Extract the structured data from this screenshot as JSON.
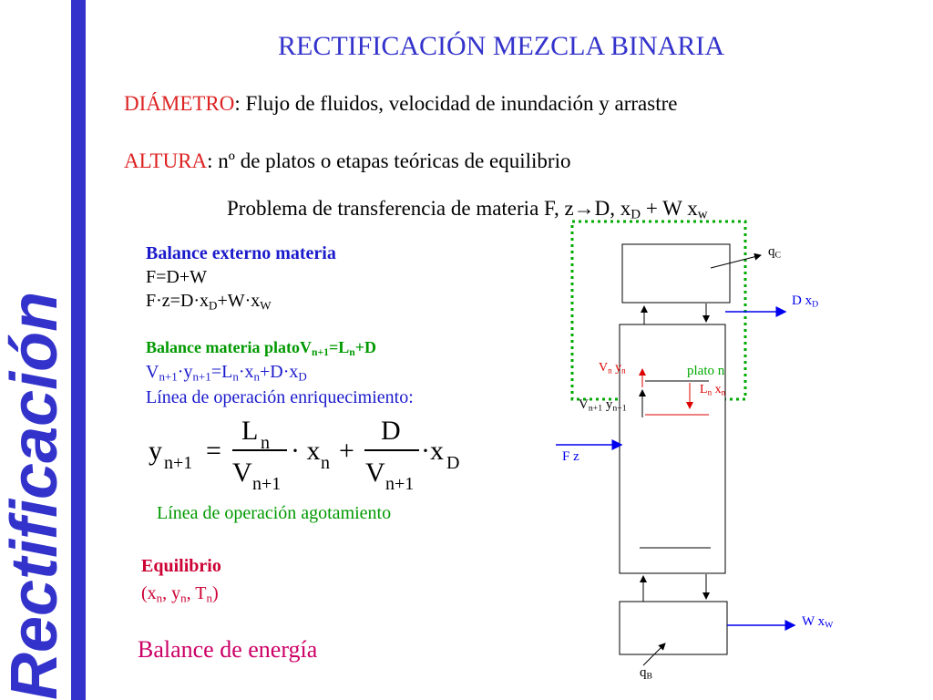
{
  "sidebar": {
    "vertical_title": "Rectificación",
    "accent": "#3333cc"
  },
  "header": {
    "title": "RECTIFICACIÓN MEZCLA BINARIA"
  },
  "intro": {
    "diametro_label": "DIÁMETRO",
    "diametro_text": ": Flujo de fluidos, velocidad de inundación y arrastre",
    "altura_label": "ALTURA",
    "altura_text": ": nº de platos o etapas teóricas de equilibrio",
    "problem_text": "Problema de transferencia de materia F, z→D, x",
    "problem_sub_d": "D",
    "problem_plus": " + W x",
    "problem_sub_w": "w"
  },
  "external_balance": {
    "heading": "Balance externo materia",
    "eq1": "F=D+W",
    "eq2_a": "F·z=D·x",
    "eq2_sub_d": "D",
    "eq2_b": "+W·x",
    "eq2_sub_w": "W"
  },
  "plate_balance": {
    "heading_a": "Balance materia platoV",
    "heading_sub1": "n+1",
    "heading_b": "=L",
    "heading_sub2": "n",
    "heading_c": "+D",
    "eq_V": "V",
    "eq_sub1": "n+1",
    "eq_y": "·y",
    "eq_sub2": "n+1",
    "eq_L": "=L",
    "eq_sub3": "n",
    "eq_x": "·x",
    "eq_sub4": "n",
    "eq_D": "+D·x",
    "eq_sub5": "D",
    "operation_line_enrichment": "Línea de operación enriquecimiento:"
  },
  "formula": {
    "y": "y",
    "y_sub": "n+1",
    "equals": "=",
    "num1": "L",
    "num1_sub": "n",
    "den1": "V",
    "den1_sub": "n+1",
    "dot_x": "· x",
    "x_sub": "n",
    "plus": "+",
    "num2": "D",
    "den2": "V",
    "den2_sub": "n+1",
    "dot_x2": "·x",
    "x2_sub": "D"
  },
  "stripping": {
    "operation_line": "Línea de operación agotamiento"
  },
  "equilibrium": {
    "heading": "Equilibrio",
    "text_a": "(x",
    "sub_x": "n",
    "text_b": ", y",
    "sub_y": "n",
    "text_c": ", T",
    "sub_t": "n",
    "text_d": ")"
  },
  "energy": {
    "label": "Balance de energía"
  },
  "diagram": {
    "qc": "q",
    "qc_sub": "C",
    "dxd": "D x",
    "dxd_sub": "D",
    "vn": "V",
    "vn_sub": "n",
    "yn": " y",
    "yn_sub": "n",
    "plato": "plato n",
    "ln": "L",
    "ln_sub": "n",
    "xn": " x",
    "xn_sub": "n",
    "vn1": "V",
    "vn1_sub": "n+1",
    "yn1": " y",
    "yn1_sub": "n+1",
    "fz": "F z",
    "wxw": "W x",
    "wxw_sub": "W",
    "qb": "q",
    "qb_sub": "B",
    "box_color": "#00aa00",
    "arrow_color": "#0000ee",
    "red_color": "#dd0000"
  }
}
